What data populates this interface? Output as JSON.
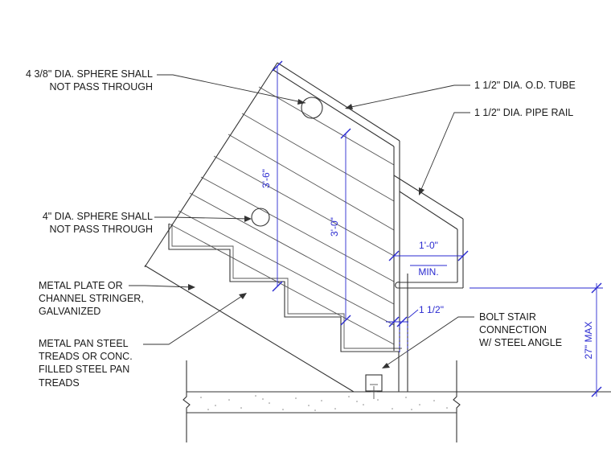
{
  "notes": {
    "sphere_438_l1": "4 3/8\" DIA. SPHERE SHALL",
    "sphere_438_l2": "NOT PASS THROUGH",
    "sphere_4_l1": "4\" DIA. SPHERE SHALL",
    "sphere_4_l2": "NOT PASS THROUGH",
    "stringer_l1": "METAL PLATE OR",
    "stringer_l2": "CHANNEL STRINGER,",
    "stringer_l3": "GALVANIZED",
    "treads_l1": "METAL PAN STEEL",
    "treads_l2": "TREADS OR CONC.",
    "treads_l3": "FILLED STEEL PAN",
    "treads_l4": "TREADS",
    "od_tube": "1 1/2\" DIA. O.D. TUBE",
    "pipe_rail": "1 1/2\" DIA. PIPE RAIL",
    "bolt_l1": "BOLT STAIR",
    "bolt_l2": "CONNECTION",
    "bolt_l3": "W/ STEEL ANGLE"
  },
  "dimensions": {
    "guard_height": "3'-6\"",
    "rail_height": "3'-0\"",
    "extension": "1'-0\"",
    "extension_qualifier": "MIN.",
    "clearance": "1 1/2\"",
    "max_height": "27\" MAX"
  },
  "colors": {
    "linework": "#333333",
    "dimension": "#2a2ad0",
    "text": "#1a1a1a"
  }
}
